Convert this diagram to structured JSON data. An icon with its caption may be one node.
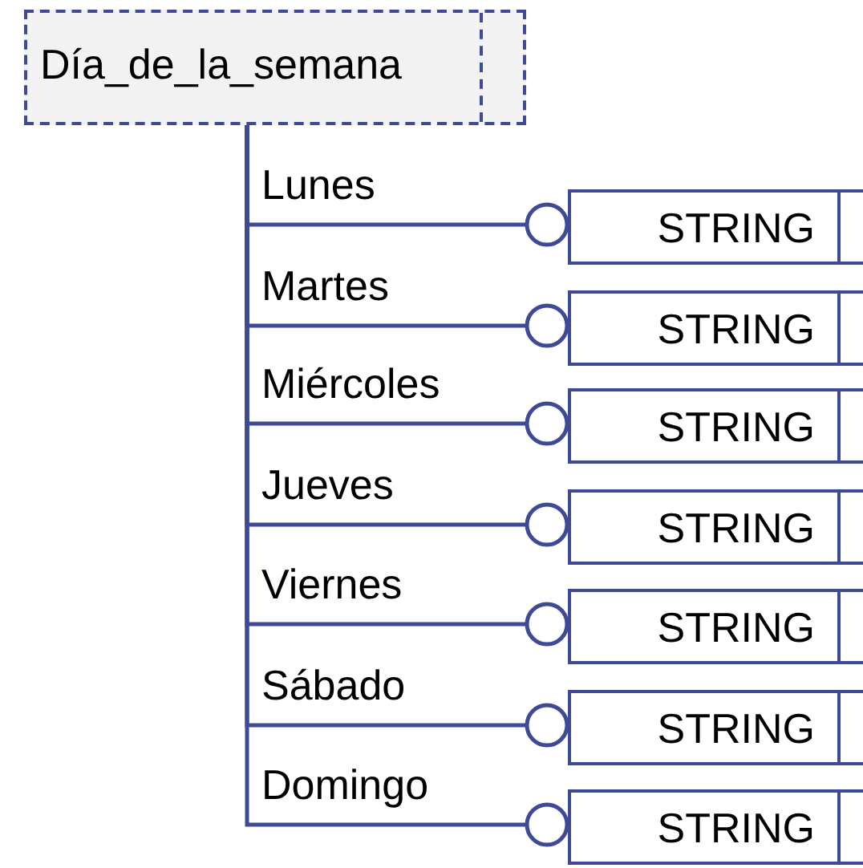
{
  "diagram": {
    "nodes": [
      {
        "text": [
          "Día_de_la_semana"
        ]
      },
      {
        "text": [
          "STRING"
        ]
      },
      {
        "text": [
          "STRING"
        ]
      },
      {
        "text": [
          "STRING"
        ]
      },
      {
        "text": [
          "STRING"
        ]
      },
      {
        "text": [
          "STRING"
        ]
      },
      {
        "text": [
          "STRING"
        ]
      },
      {
        "text": [
          "STRING"
        ]
      }
    ],
    "edges": [
      {
        "from": 0,
        "to": 1,
        "arrow": "other",
        "label": "Lunes"
      },
      {
        "from": 0,
        "to": 2,
        "arrow": "other",
        "label": "Martes"
      },
      {
        "from": 0,
        "to": 3,
        "arrow": "other",
        "label": "Miércoles"
      },
      {
        "from": 0,
        "to": 4,
        "arrow": "other",
        "label": "Jueves"
      },
      {
        "from": 0,
        "to": 5,
        "arrow": "other",
        "label": "Viernes"
      },
      {
        "from": 0,
        "to": 6,
        "arrow": "other",
        "label": "Sábado"
      },
      {
        "from": 0,
        "to": 7,
        "arrow": "other",
        "label": "Domingo"
      }
    ]
  }
}
